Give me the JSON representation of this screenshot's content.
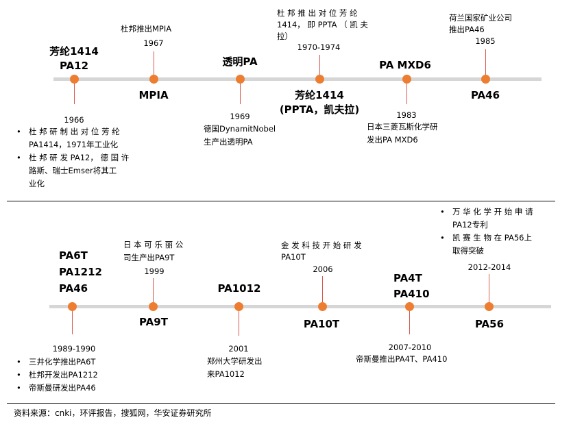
{
  "timeline1": {
    "e1": {
      "title_lines": [
        "芳纶1414",
        "PA12"
      ],
      "year": "1966",
      "bullets": [
        [
          "杜 邦 研 制 出 对 位 芳 纶",
          "PA1414，1971年工业化"
        ],
        [
          "杜 邦 研 发 PA12， 德 国 许",
          "路斯、瑞士Emser将其工",
          "业化"
        ]
      ]
    },
    "e2": {
      "desc_lines": [
        "杜邦推出MPIA"
      ],
      "year": "1967",
      "title": "MPIA"
    },
    "e3": {
      "title": "透明PA",
      "year": "1969",
      "desc_lines": [
        "德国DynamitNobel",
        "生产出透明PA"
      ]
    },
    "e4": {
      "desc_lines": [
        "杜 邦 推 出 对 位 芳 纶",
        "1414， 即 PPTA （ 凯 夫",
        "拉）"
      ],
      "year": "1970-1974",
      "title_lines": [
        "芳纶1414",
        "(PPTA，凯夫拉)"
      ]
    },
    "e5": {
      "title": "PA MXD6",
      "year": "1983",
      "desc_lines": [
        "日本三菱瓦斯化学研",
        "发出PA MXD6"
      ]
    },
    "e6": {
      "desc_lines": [
        "荷兰国家矿业公司",
        "推出PA46"
      ],
      "year": "1985",
      "title": "PA46"
    }
  },
  "timeline2": {
    "e1": {
      "title_lines": [
        "PA6T",
        "PA1212",
        "PA46"
      ],
      "year": "1989-1990",
      "bullets": [
        [
          "三井化学推出PA6T"
        ],
        [
          "杜邦开发出PA1212"
        ],
        [
          "帝斯曼研发出PA46"
        ]
      ]
    },
    "e2": {
      "desc_lines": [
        "日 本 可 乐 丽 公",
        "司生产出PA9T"
      ],
      "year": "1999",
      "title": "PA9T"
    },
    "e3": {
      "title": "PA1012",
      "year": "2001",
      "desc_lines": [
        "郑州大学研发出",
        "来PA1012"
      ]
    },
    "e4": {
      "desc_lines": [
        "金 发 科 技 开 始 研 发",
        "PA10T"
      ],
      "year": "2006",
      "title": "PA10T"
    },
    "e5": {
      "title_lines": [
        "PA4T",
        "PA410"
      ],
      "year": "2007-2010",
      "desc_lines": [
        "帝斯曼推出PA4T、PA410"
      ]
    },
    "e6": {
      "bullets": [
        [
          "万 华 化 学 开 始 申 请",
          "PA12专利"
        ],
        [
          "凯 赛 生 物 在 PA56上",
          "取得突破"
        ]
      ],
      "year": "2012-2014",
      "title": "PA56"
    }
  },
  "source": "资料来源：cnki，环评报告，搜狐网，华安证券研究所",
  "colors": {
    "node": "#ed7d31",
    "stem": "#d9574a",
    "axis": "#d6d6d6",
    "text": "#000000"
  }
}
